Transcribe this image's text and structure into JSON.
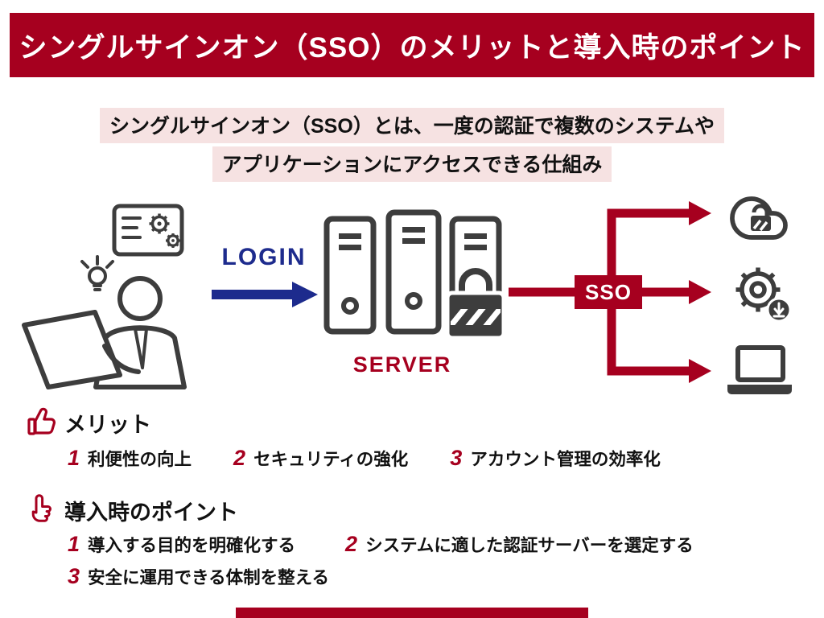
{
  "header": {
    "title": "シングルサインオン（SSO）のメリットと導入時のポイント"
  },
  "intro": {
    "line1": "シングルサインオン（SSO）とは、一度の認証で複数のシステムや",
    "line2": "アプリケーションにアクセスできる仕組み"
  },
  "diagram": {
    "login_label": "LOGIN",
    "server_label": "SERVER",
    "sso_label": "SSO",
    "icons": {
      "left": "user-at-laptop-with-settings-card-and-idea-bulb",
      "center": "server-rack-with-padlock",
      "right_top": "cloud-lock-icon",
      "right_middle": "gear-download-icon",
      "right_bottom": "laptop-icon"
    }
  },
  "merits": {
    "icon": "thumbs-up-icon",
    "heading": "メリット",
    "items": [
      {
        "num": "1",
        "text": "利便性の向上"
      },
      {
        "num": "2",
        "text": "セキュリティの強化"
      },
      {
        "num": "3",
        "text": "アカウント管理の効率化"
      }
    ]
  },
  "points": {
    "icon": "pointing-hand-icon",
    "heading": "導入時のポイント",
    "items": [
      {
        "num": "1",
        "text": "導入する目的を明確化する"
      },
      {
        "num": "2",
        "text": "システムに適した認証サーバーを選定する"
      },
      {
        "num": "3",
        "text": "安全に運用できる体制を整える"
      }
    ]
  },
  "colors": {
    "accent_red": "#a6001f",
    "accent_blue": "#1d2b8d",
    "highlight_pink": "#f6e2e2",
    "icon_gray": "#3d3d3d"
  }
}
